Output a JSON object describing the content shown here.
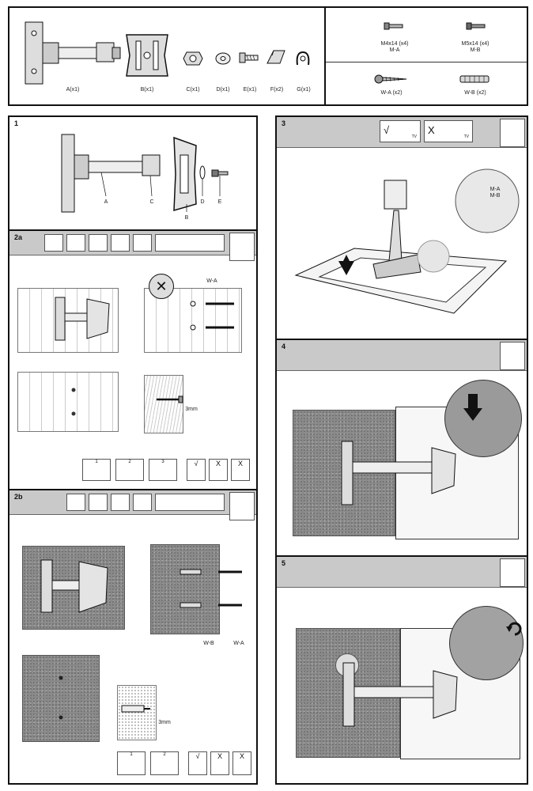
{
  "parts_list": {
    "A": "A(x1)",
    "B": "B(x1)",
    "C": "C(x1)",
    "D": "D(x1)",
    "E": "E(x1)",
    "F": "F(x2)",
    "G": "G(x1)"
  },
  "screws": {
    "ma": [
      "M4x14 (x4)",
      "M-A"
    ],
    "mb": [
      "M5x14 (x4)",
      "M-B"
    ],
    "wa": "W-A (x2)",
    "wb": "W-B (x2)"
  },
  "step1": {
    "number": "1",
    "labels": {
      "A": "A",
      "B": "B",
      "C": "C",
      "D": "D",
      "E": "E"
    }
  },
  "step2a": {
    "number": "2a",
    "wa": "W-A",
    "depth": "3mm",
    "sub": [
      "1",
      "2",
      "3"
    ],
    "marks": [
      "√",
      "X",
      "X"
    ]
  },
  "step2b": {
    "number": "2b",
    "wa": "W-A",
    "wb": "W-B",
    "depth": "3mm",
    "sub": [
      "1",
      "2"
    ],
    "marks": [
      "√",
      "X",
      "X"
    ]
  },
  "step3": {
    "number": "3",
    "ma": "M-A",
    "mb": "M-B",
    "ok": "√",
    "no": "X",
    "tv": "TV"
  },
  "step4": {
    "number": "4"
  },
  "step5": {
    "number": "5"
  }
}
